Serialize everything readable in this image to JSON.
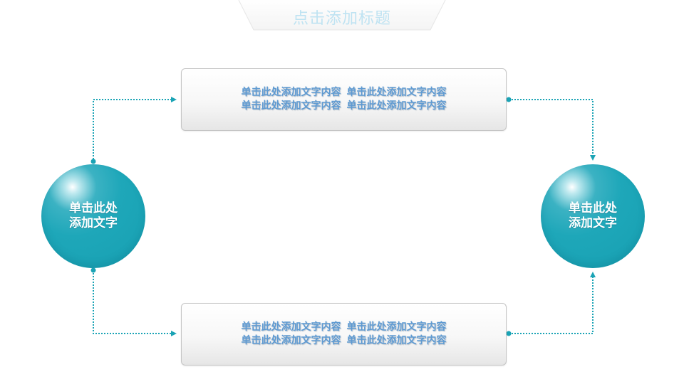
{
  "title": {
    "text": "点击添加标题"
  },
  "boxes": [
    {
      "lines": [
        [
          "单击此处添加文字内容",
          "单击此处添加文字内容"
        ],
        [
          "单击此处添加文字内容",
          "单击此处添加文字内容"
        ]
      ]
    },
    {
      "lines": [
        [
          "单击此处添加文字内容",
          "单击此处添加文字内容"
        ],
        [
          "单击此处添加文字内容",
          "单击此处添加文字内容"
        ]
      ]
    }
  ],
  "circles": [
    {
      "lines": [
        "单击此处",
        "添加文字"
      ]
    },
    {
      "lines": [
        "单击此处",
        "添加文字"
      ]
    }
  ],
  "colors": {
    "accent": "#1ea7b9",
    "box_text": "#5e9ad2",
    "title_text": "#bfe3f2",
    "connector": "#1aa3b5"
  }
}
